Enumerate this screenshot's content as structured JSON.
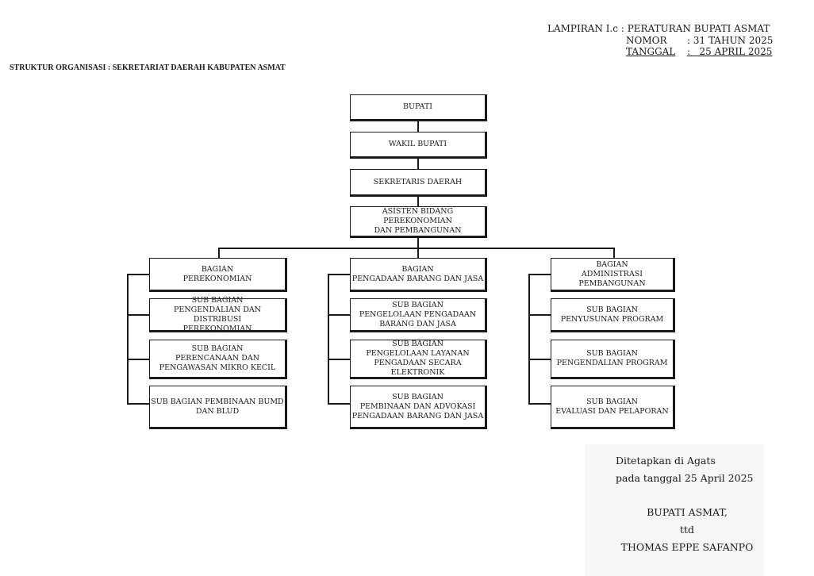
{
  "header": {
    "lampiran": "LAMPIRAN I.c : PERATURAN BUPATI ASMAT",
    "nomor_label": "NOMOR",
    "nomor_value": ": 31 TAHUN 2025",
    "tanggal_label": "TANGGAL",
    "tanggal_value": ":   25 APRIL 2025"
  },
  "title": "STRUKTUR ORGANISASI : SEKRETARIAT DAERAH KABUPATEN ASMAT",
  "chain": {
    "bupati": [
      "BUPATI"
    ],
    "wakil": [
      "WAKIL BUPATI"
    ],
    "sekda": [
      "SEKRETARIS DAERAH"
    ],
    "asisten": [
      "ASISTEN BIDANG",
      "PEREKONOMIAN",
      "DAN PEMBANGUNAN"
    ]
  },
  "columns": [
    {
      "bagian": [
        "BAGIAN",
        "PEREKONOMIAN"
      ],
      "subs": [
        [
          "SUB BAGIAN",
          "PENGENDALIAN DAN DISTRIBUSI",
          "PEREKONOMIAN"
        ],
        [
          "SUB BAGIAN",
          "PERENCANAAN DAN",
          "PENGAWASAN MIKRO KECIL"
        ],
        [
          "SUB BAGIAN PEMBINAAN BUMD",
          "DAN BLUD"
        ]
      ]
    },
    {
      "bagian": [
        "BAGIAN",
        "PENGADAAN BARANG DAN JASA"
      ],
      "subs": [
        [
          "SUB BAGIAN",
          "PENGELOLAAN PENGADAAN",
          "BARANG DAN JASA"
        ],
        [
          "SUB BAGIAN",
          "PENGELOLAAN LAYANAN",
          "PENGADAAN SECARA",
          "ELEKTRONIK"
        ],
        [
          "SUB BAGIAN",
          "PEMBINAAN DAN ADVOKASI",
          "PENGADAAN BARANG DAN JASA"
        ]
      ]
    },
    {
      "bagian": [
        "BAGIAN",
        "ADMINISTRASI",
        "PEMBANGUNAN"
      ],
      "subs": [
        [
          "SUB BAGIAN",
          "PENYUSUNAN PROGRAM"
        ],
        [
          "SUB BAGIAN",
          "PENGENDALIAN PROGRAM"
        ],
        [
          "SUB BAGIAN",
          "EVALUASI DAN PELAPORAN"
        ]
      ]
    }
  ],
  "signature": {
    "place": "Ditetapkan di Agats",
    "date": "pada tanggal 25 April 2025",
    "office": "BUPATI ASMAT,",
    "ttd": "ttd",
    "name": "THOMAS EPPE SAFANPO"
  }
}
